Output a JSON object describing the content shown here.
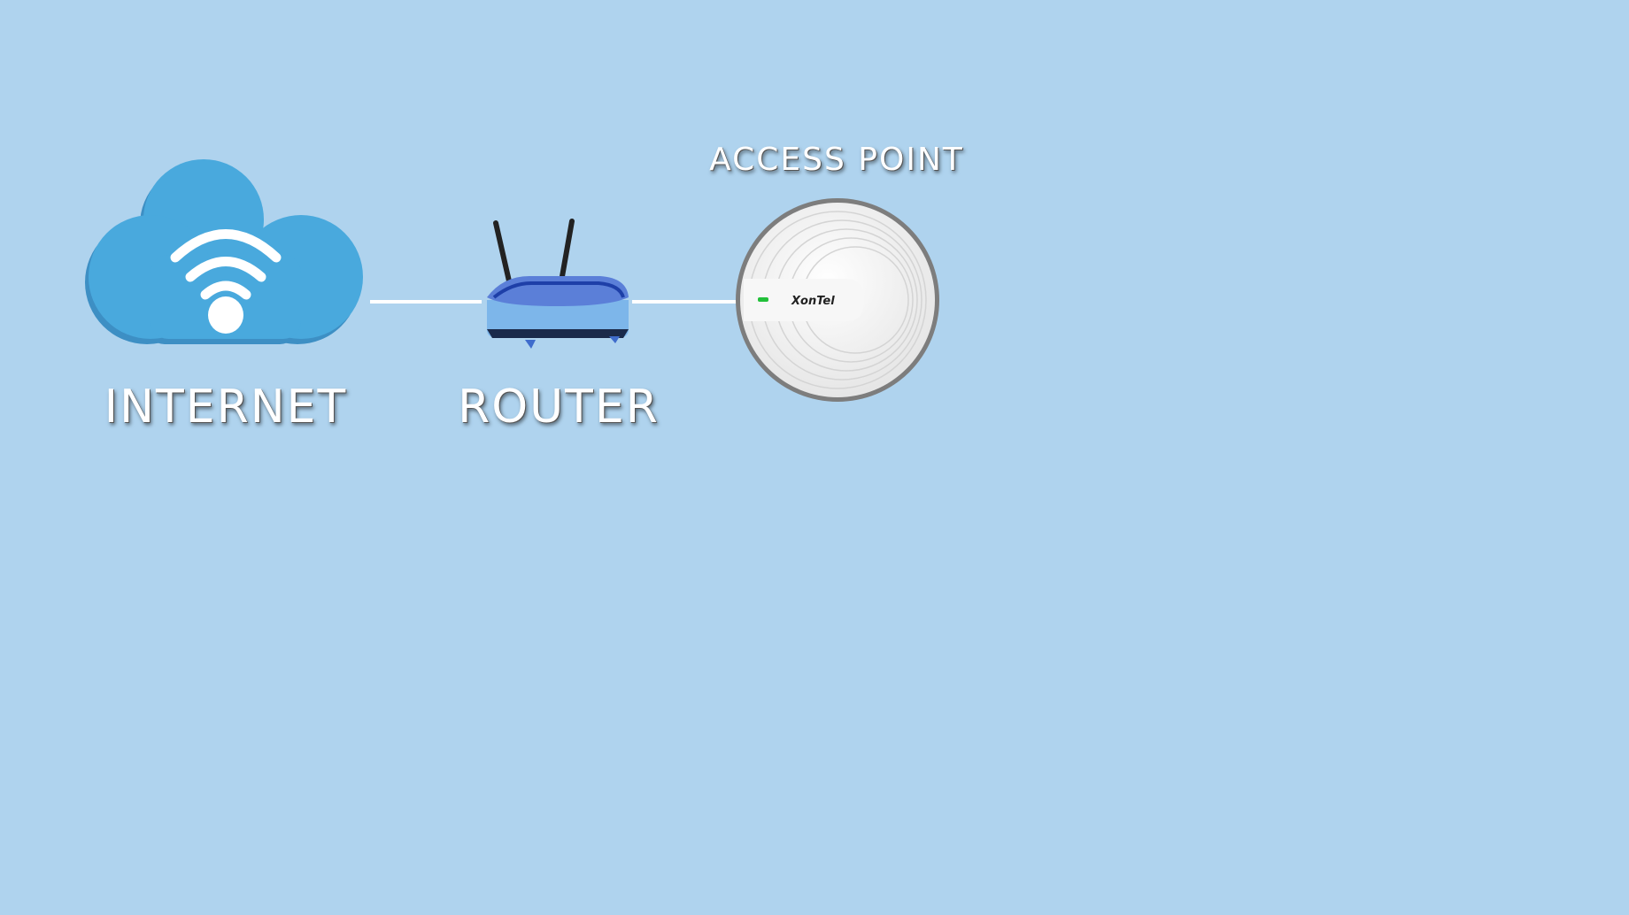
{
  "nodes": [
    {
      "label": "INTERNET",
      "icon": "cloud-wifi-icon"
    },
    {
      "label": "ROUTER",
      "icon": "router-icon"
    },
    {
      "label": "ACCESS POINT",
      "icon": "access-point-icon",
      "brand": "XonTel"
    }
  ],
  "colors": {
    "background": "#afd3ee",
    "cloud": "#49a9dd",
    "router": "#4f7fd6",
    "led": "#22c03a"
  }
}
